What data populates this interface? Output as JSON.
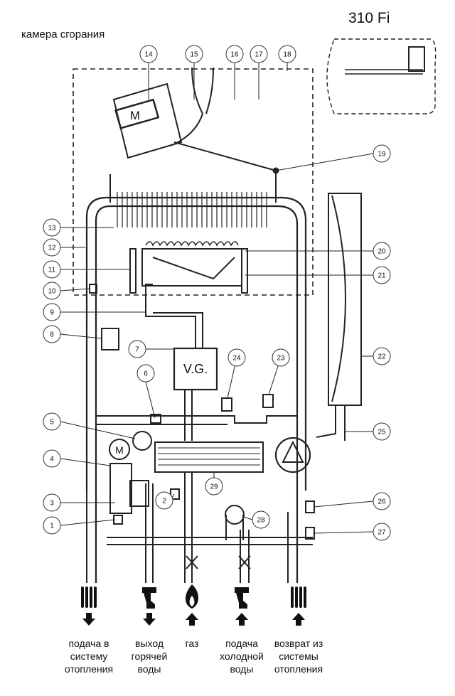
{
  "header": {
    "model": "310 Fi",
    "chamber_label": "камера сгорания"
  },
  "components": {
    "vg_label": "V.G.",
    "motor_label": "M"
  },
  "callouts": [
    "1",
    "2",
    "3",
    "4",
    "5",
    "6",
    "7",
    "8",
    "9",
    "10",
    "11",
    "12",
    "13",
    "14",
    "15",
    "16",
    "17",
    "18",
    "19",
    "20",
    "21",
    "22",
    "23",
    "24",
    "25",
    "26",
    "27",
    "28",
    "29"
  ],
  "connections": [
    {
      "lines": [
        "подача в",
        "системy",
        "отопления"
      ],
      "icon": "radiator-icon",
      "arrow": "down"
    },
    {
      "lines": [
        "выход",
        "горячей",
        "воды"
      ],
      "icon": "tap-icon",
      "arrow": "down"
    },
    {
      "lines": [
        "газ"
      ],
      "icon": "flame-icon",
      "arrow": "up"
    },
    {
      "lines": [
        "подача",
        "холодной",
        "воды"
      ],
      "icon": "tap-icon",
      "arrow": "up"
    },
    {
      "lines": [
        "возврат из",
        "системы",
        "отопления"
      ],
      "icon": "radiator-icon",
      "arrow": "up"
    }
  ]
}
